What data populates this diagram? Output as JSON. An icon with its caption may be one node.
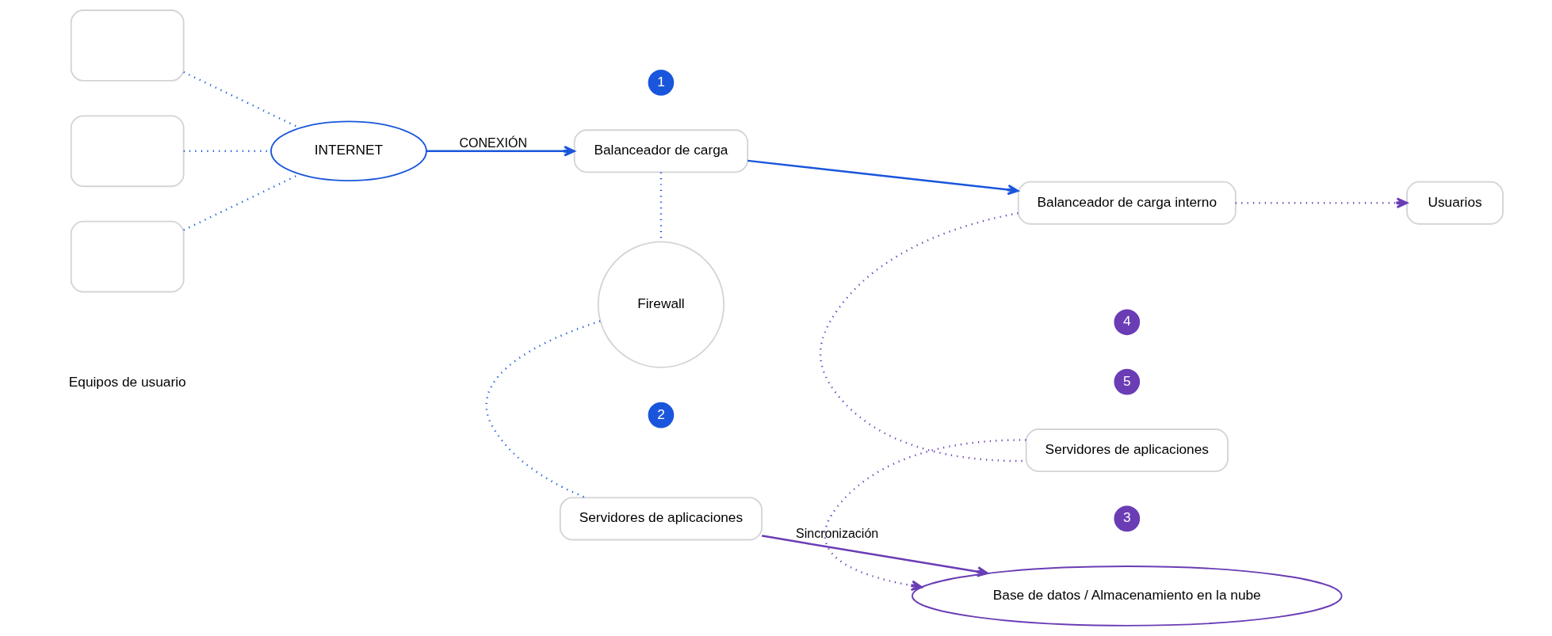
{
  "diagram": {
    "nodes": [
      {
        "text": [],
        "shape": "box"
      },
      {
        "text": [],
        "shape": "box"
      },
      {
        "text": [],
        "shape": "box"
      },
      {
        "text": [
          "INTERNET"
        ]
      },
      {
        "text": [
          "Balanceador de carga"
        ]
      },
      {
        "text": [
          "Firewall"
        ]
      },
      {
        "text": [
          "Servidores de aplicaciones"
        ]
      },
      {
        "text": [
          "Balanceador de carga interno"
        ]
      },
      {
        "text": [
          "Servidores de aplicaciones"
        ]
      },
      {
        "text": [
          "Base de datos / Almacenamiento en la nube"
        ]
      },
      {
        "text": [
          "Usuarios"
        ]
      }
    ],
    "edges": [
      {
        "from": 0,
        "to": 3,
        "arrow": "none",
        "style": "dashed"
      },
      {
        "from": 1,
        "to": 3,
        "arrow": "none",
        "style": "dashed"
      },
      {
        "from": 2,
        "to": 3,
        "arrow": "none",
        "style": "dashed"
      },
      {
        "from": 3,
        "to": 4,
        "arrow": "to",
        "label": "CONEXIÓN"
      },
      {
        "from": 4,
        "to": 5,
        "arrow": "none",
        "style": "dashed"
      },
      {
        "from": 5,
        "to": 6,
        "arrow": "none",
        "style": "dashed"
      },
      {
        "from": 4,
        "to": 7,
        "arrow": "to"
      },
      {
        "from": 7,
        "to": 10,
        "arrow": "to",
        "style": "dashed",
        "color": "#6a3db5"
      },
      {
        "from": 7,
        "to": 8,
        "arrow": "none",
        "style": "dashed",
        "color": "#6a3db5"
      },
      {
        "from": 8,
        "to": 9,
        "arrow": "to",
        "style": "dashed",
        "color": "#6a3db5"
      },
      {
        "from": 6,
        "to": 9,
        "arrow": "to",
        "label": "Sincronización",
        "color": "#6a3db5"
      }
    ],
    "labels": [
      "Equipos de usuario",
      "1",
      "2",
      "3",
      "4",
      "5"
    ]
  }
}
